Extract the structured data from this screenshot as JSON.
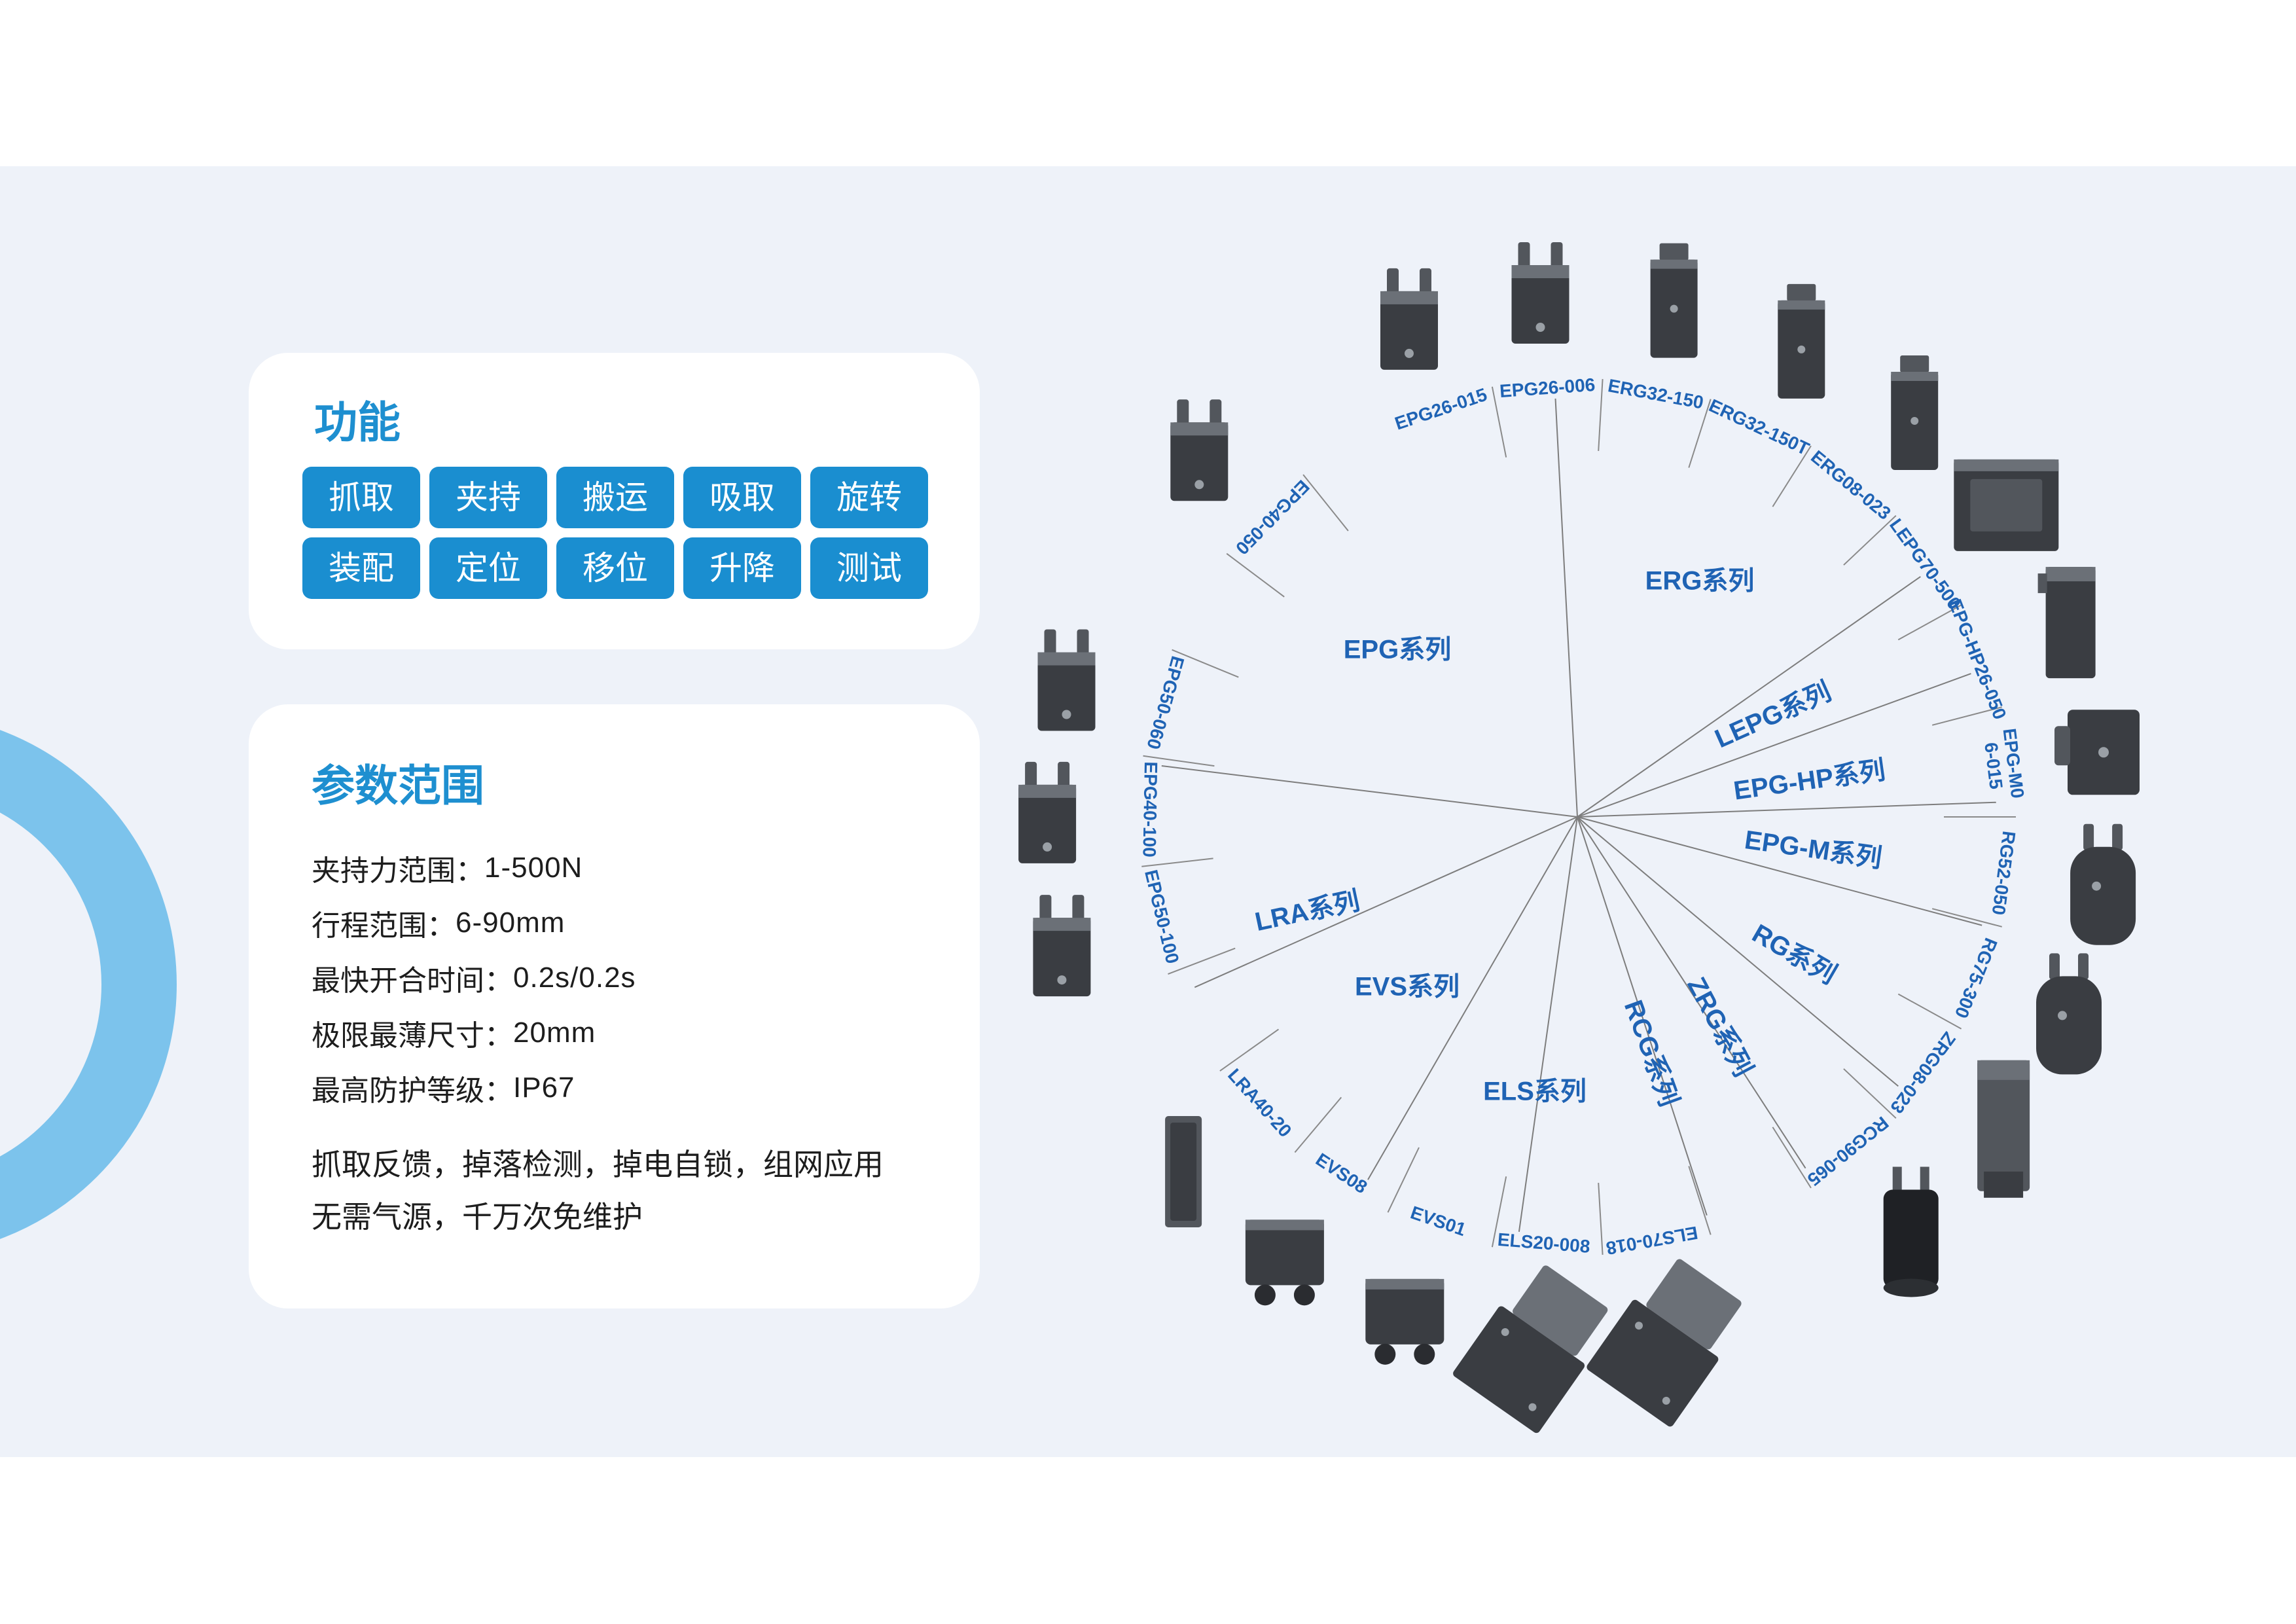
{
  "colors": {
    "accent": "#1a8ed0",
    "label_blue": "#1f63b4",
    "band_bg": "#eef2f9",
    "ring": "#7cc3ec"
  },
  "function_card": {
    "title": "功能",
    "tags": [
      "抓取",
      "夹持",
      "搬运",
      "吸取",
      "旋转",
      "装配",
      "定位",
      "移位",
      "升降",
      "测试"
    ]
  },
  "params_card": {
    "title": "参数范围",
    "lines": [
      {
        "label": "夹持力范围：",
        "value": "1-500N"
      },
      {
        "label": "行程范围：",
        "value": "6-90mm"
      },
      {
        "label": "最快开合时间：",
        "value": "0.2s/0.2s"
      },
      {
        "label": "极限最薄尺寸：",
        "value": "20mm"
      },
      {
        "label": "最高防护等级：",
        "value": "IP67"
      }
    ],
    "features": [
      "抓取反馈，掉落检测，掉电自锁，组网应用",
      "无需气源，千万次免维护"
    ]
  },
  "product_wheel": {
    "series": [
      {
        "name": "EPG系列"
      },
      {
        "name": "ERG系列"
      },
      {
        "name": "LEPG系列"
      },
      {
        "name": "EPG-HP系列"
      },
      {
        "name": "EPG-M系列"
      },
      {
        "name": "RG系列"
      },
      {
        "name": "ZRG系列"
      },
      {
        "name": "RCG系列"
      },
      {
        "name": "ELS系列"
      },
      {
        "name": "EVS系列"
      },
      {
        "name": "LRA系列"
      }
    ],
    "models": [
      {
        "name": "EPG26-015",
        "icon": "parallel-gripper-icon"
      },
      {
        "name": "EPG26-006",
        "icon": "parallel-gripper-icon"
      },
      {
        "name": "ERG32-150",
        "icon": "rotary-gripper-icon"
      },
      {
        "name": "ERG32-150T",
        "icon": "rotary-gripper-icon"
      },
      {
        "name": "ERG08-023",
        "icon": "rotary-gripper-icon"
      },
      {
        "name": "LEPG70-500",
        "icon": "long-stroke-gripper-icon"
      },
      {
        "name": "EPG-HP26-050",
        "icon": "heavy-payload-gripper-icon"
      },
      {
        "name": "EPG-M0\n6-015",
        "icon": "mini-gripper-icon"
      },
      {
        "name": "RG52-050",
        "icon": "round-gripper-icon"
      },
      {
        "name": "RG75-300",
        "icon": "round-gripper-icon"
      },
      {
        "name": "ZRG08-023",
        "icon": "z-rotary-gripper-icon"
      },
      {
        "name": "RCG90-065",
        "icon": "rotary-cylinder-gripper-icon"
      },
      {
        "name": "ELS70-018",
        "icon": "linear-slide-icon"
      },
      {
        "name": "ELS20-008",
        "icon": "linear-slide-icon"
      },
      {
        "name": "EVS01",
        "icon": "vacuum-suction-icon"
      },
      {
        "name": "EVS08",
        "icon": "vacuum-suction-icon"
      },
      {
        "name": "LRA40-20",
        "icon": "linear-actuator-icon"
      },
      {
        "name": "EPG50-100",
        "icon": "parallel-gripper-icon"
      },
      {
        "name": "EPG40-100",
        "icon": "parallel-gripper-icon"
      },
      {
        "name": "EPG50-060",
        "icon": "parallel-gripper-icon"
      },
      {
        "name": "EPG40-050",
        "icon": "parallel-gripper-icon"
      }
    ]
  }
}
